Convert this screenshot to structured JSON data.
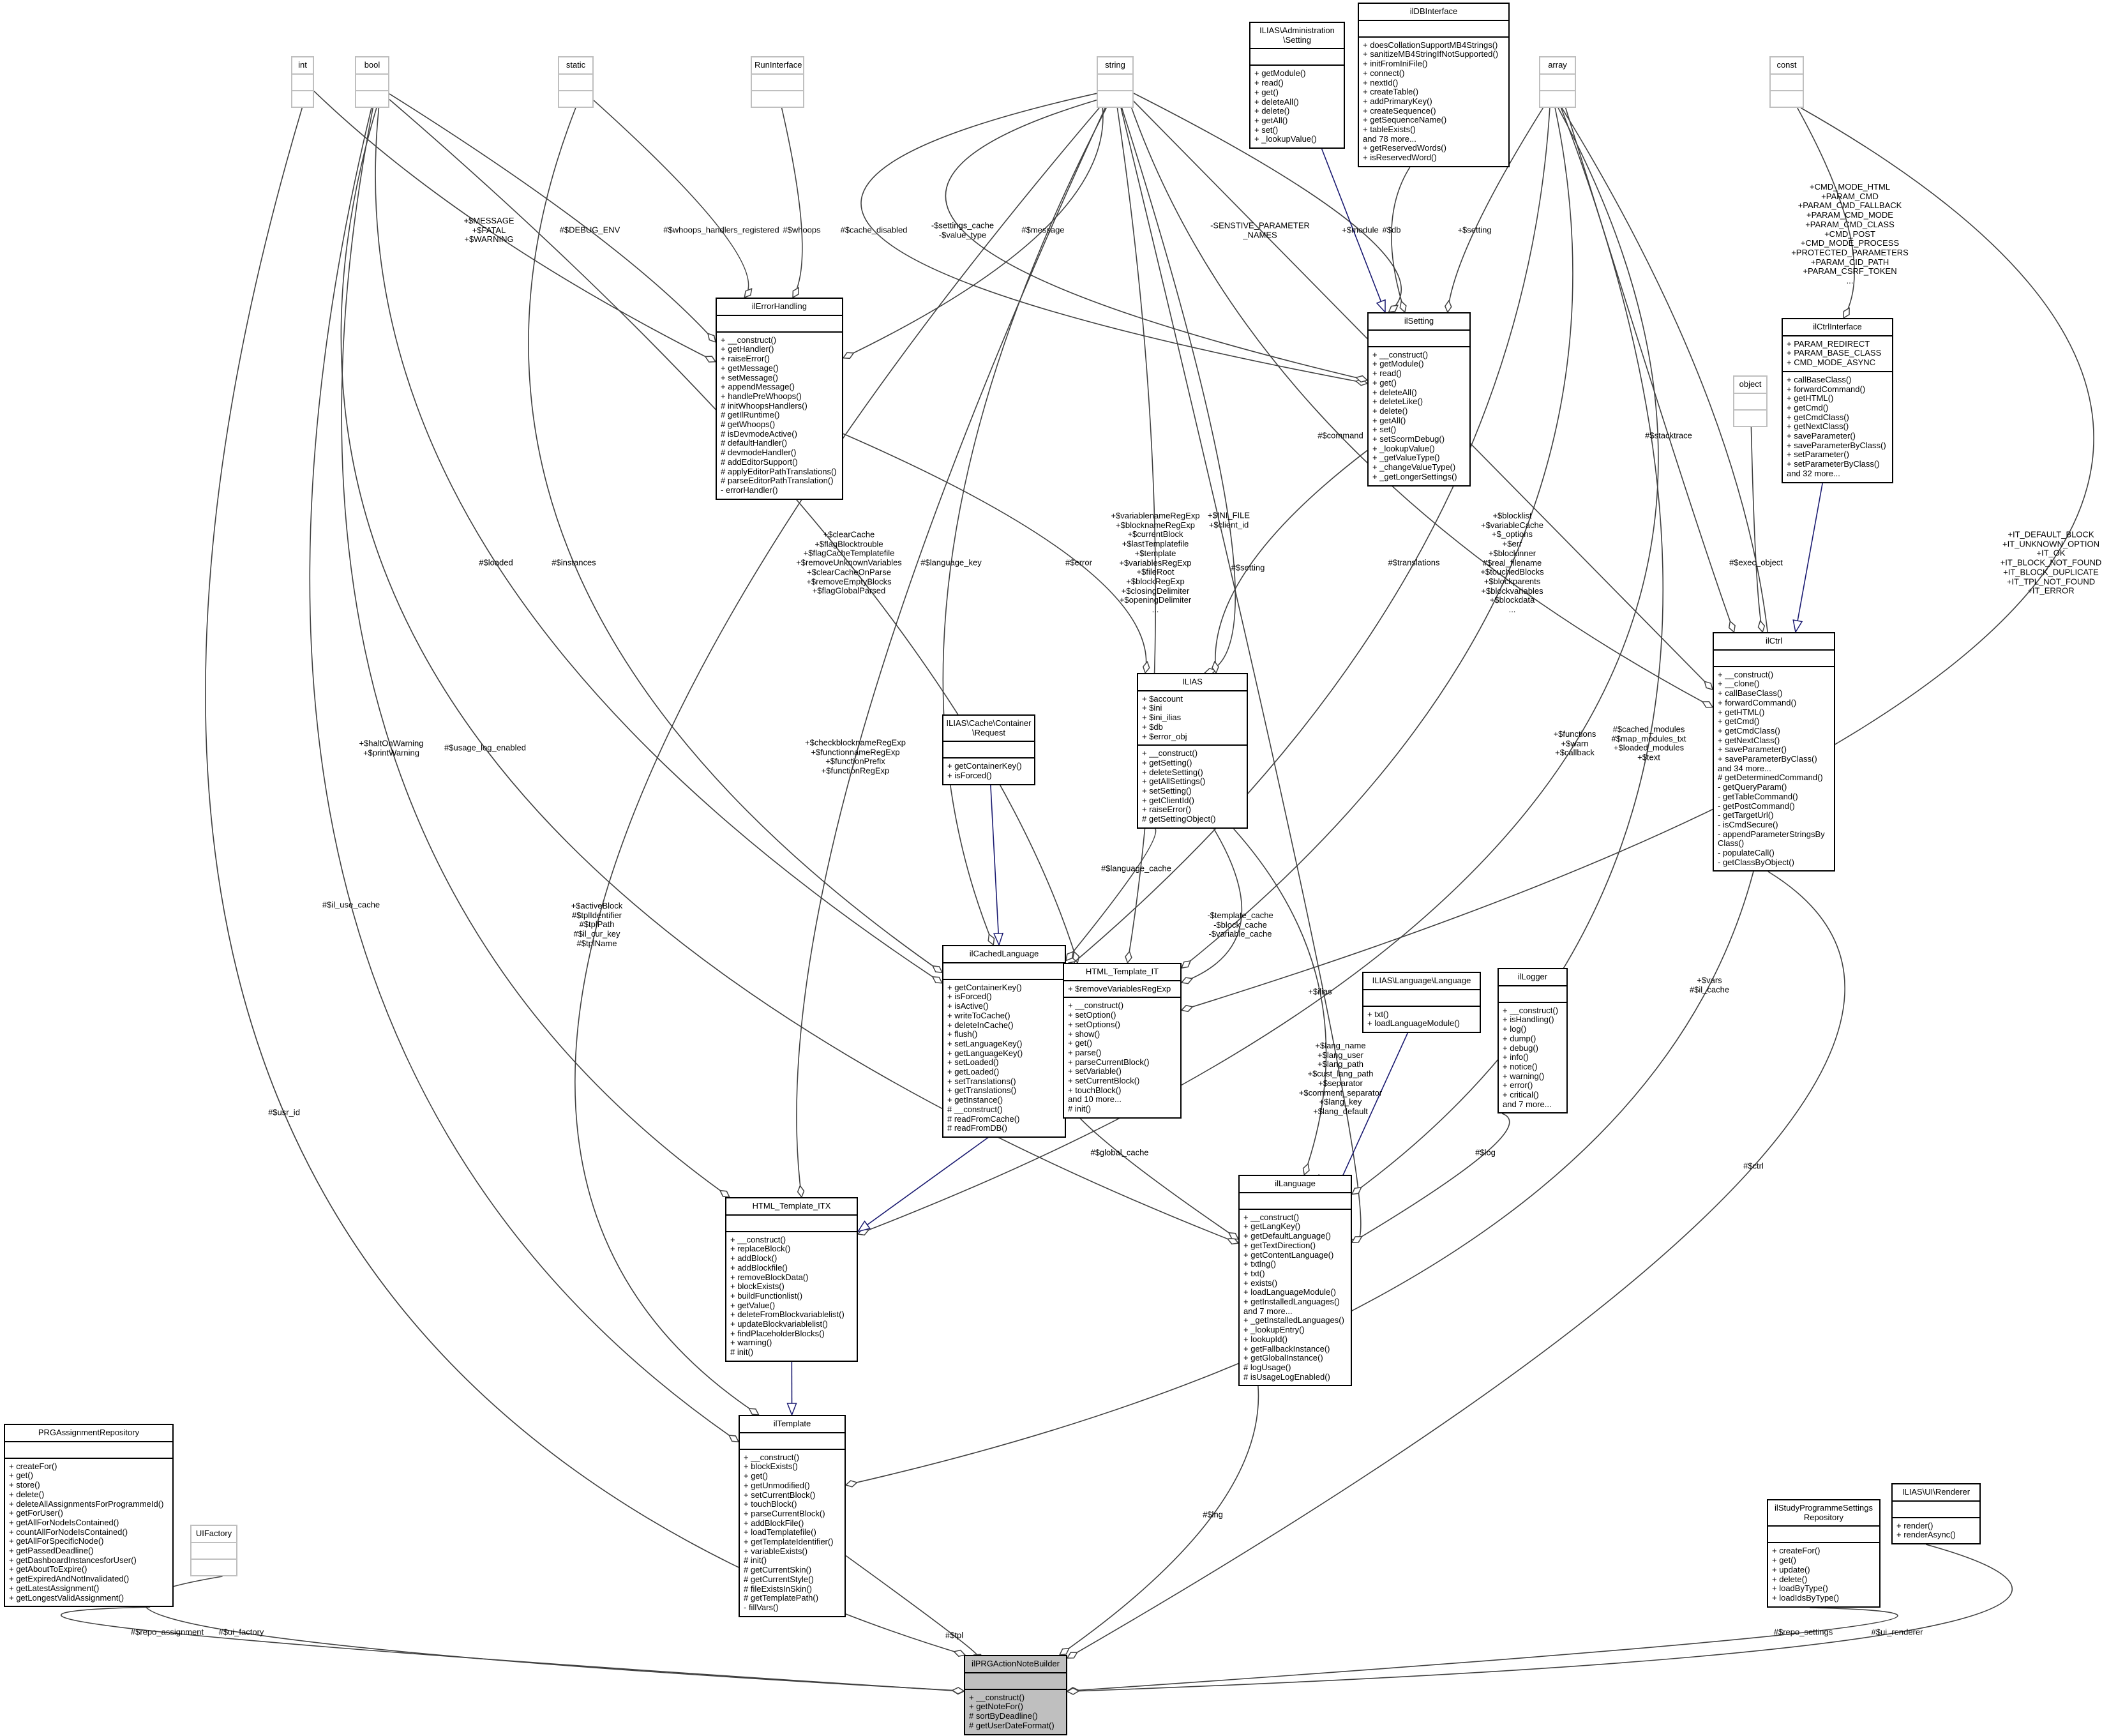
{
  "colors": {
    "usage_edge": "#404040",
    "inherit_edge": "#191970",
    "focus_fill": "#bfbfbf",
    "undocumented_border": "#bfbfbf"
  },
  "nodes": [
    {
      "id": "int",
      "name": "int",
      "style": "gray",
      "attributes": [],
      "methods": []
    },
    {
      "id": "bool",
      "name": "bool",
      "style": "gray",
      "attributes": [],
      "methods": []
    },
    {
      "id": "static",
      "name": "static",
      "style": "gray",
      "attributes": [],
      "methods": []
    },
    {
      "id": "RunInterface",
      "name": "RunInterface",
      "style": "gray",
      "attributes": [],
      "methods": []
    },
    {
      "id": "string",
      "name": "string",
      "style": "gray",
      "attributes": [],
      "methods": []
    },
    {
      "id": "AdminSetting",
      "name": "ILIAS\\Administration\n\\Setting",
      "style": "normal",
      "attributes": [],
      "methods": [
        "+ getModule()",
        "+ read()",
        "+ get()",
        "+ deleteAll()",
        "+ delete()",
        "+ getAll()",
        "+ set()",
        "+ _lookupValue()"
      ]
    },
    {
      "id": "ilDBInterface",
      "name": "ilDBInterface",
      "style": "normal",
      "attributes": [],
      "methods": [
        "+ doesCollationSupportMB4Strings()",
        "+ sanitizeMB4StringIfNotSupported()",
        "+ initFromIniFile()",
        "+ connect()",
        "+ nextId()",
        "+ createTable()",
        "+ addPrimaryKey()",
        "+ createSequence()",
        "+ getSequenceName()",
        "+ tableExists()",
        "and 78 more...",
        "+ getReservedWords()",
        "+ isReservedWord()"
      ]
    },
    {
      "id": "array",
      "name": "array",
      "style": "gray",
      "attributes": [],
      "methods": []
    },
    {
      "id": "const",
      "name": "const",
      "style": "gray",
      "attributes": [],
      "methods": []
    },
    {
      "id": "ilErrorHandling",
      "name": "ilErrorHandling",
      "style": "normal",
      "attributes": [],
      "methods": [
        "+ __construct()",
        "+ getHandler()",
        "+ raiseError()",
        "+ getMessage()",
        "+ setMessage()",
        "+ appendMessage()",
        "+ handlePreWhoops()",
        "# initWhoopsHandlers()",
        "# getIlRuntime()",
        "# getWhoops()",
        "# isDevmodeActive()",
        "# defaultHandler()",
        "# devmodeHandler()",
        "# addEditorSupport()",
        "# applyEditorPathTranslations()",
        "# parseEditorPathTranslation()",
        "- errorHandler()"
      ]
    },
    {
      "id": "ilSetting",
      "name": "ilSetting",
      "style": "normal",
      "attributes": [],
      "methods": [
        "+ __construct()",
        "+ getModule()",
        "+ read()",
        "+ get()",
        "+ deleteAll()",
        "+ deleteLike()",
        "+ delete()",
        "+ getAll()",
        "+ set()",
        "+ setScormDebug()",
        "+ _lookupValue()",
        "+ _getValueType()",
        "+ _changeValueType()",
        "+ _getLongerSettings()"
      ]
    },
    {
      "id": "ilCtrlInterface",
      "name": "ilCtrlInterface",
      "style": "normal",
      "attributes": [
        "+ PARAM_REDIRECT",
        "+ PARAM_BASE_CLASS",
        "+ CMD_MODE_ASYNC"
      ],
      "methods": [
        "+ callBaseClass()",
        "+ forwardCommand()",
        "+ getHTML()",
        "+ getCmd()",
        "+ getCmdClass()",
        "+ getNextClass()",
        "+ saveParameter()",
        "+ saveParameterByClass()",
        "+ setParameter()",
        "+ setParameterByClass()",
        "and 32 more..."
      ]
    },
    {
      "id": "object",
      "name": "object",
      "style": "gray",
      "attributes": [],
      "methods": []
    },
    {
      "id": "ilCtrl",
      "name": "ilCtrl",
      "style": "normal",
      "attributes": [],
      "methods": [
        "+ __construct()",
        "+ __clone()",
        "+ callBaseClass()",
        "+ forwardCommand()",
        "+ getHTML()",
        "+ getCmd()",
        "+ getCmdClass()",
        "+ getNextClass()",
        "+ saveParameter()",
        "+ saveParameterByClass()",
        "and 34 more...",
        "# getDeterminedCommand()",
        "- getQueryParam()",
        "- getTableCommand()",
        "- getPostCommand()",
        "- getTargetUrl()",
        "- isCmdSecure()",
        "- appendParameterStringsBy",
        "Class()",
        "- populateCall()",
        "- getClassByObject()"
      ]
    },
    {
      "id": "ILIAS",
      "name": "ILIAS",
      "style": "normal",
      "attributes": [
        "+ $account",
        "+ $ini",
        "+ $ini_ilias",
        "+ $db",
        "+ $error_obj"
      ],
      "methods": [
        "+ __construct()",
        "+ getSetting()",
        "+ deleteSetting()",
        "+ getAllSettings()",
        "+ setSetting()",
        "+ getClientId()",
        "+ raiseError()",
        "# getSettingObject()"
      ]
    },
    {
      "id": "Request",
      "name": "ILIAS\\Cache\\Container\n\\Request",
      "style": "normal",
      "attributes": [],
      "methods": [
        "+ getContainerKey()",
        "+ isForced()"
      ]
    },
    {
      "id": "ilCachedLanguage",
      "name": "ilCachedLanguage",
      "style": "normal",
      "attributes": [],
      "methods": [
        "+ getContainerKey()",
        "+ isForced()",
        "+ isActive()",
        "+ writeToCache()",
        "+ deleteInCache()",
        "+ flush()",
        "+ setLanguageKey()",
        "+ getLanguageKey()",
        "+ setLoaded()",
        "+ getLoaded()",
        "+ setTranslations()",
        "+ getTranslations()",
        "+ getInstance()",
        "# __construct()",
        "# readFromCache()",
        "# readFromDB()"
      ]
    },
    {
      "id": "HTML_Template_IT",
      "name": "HTML_Template_IT",
      "style": "normal",
      "attributes": [
        "+ $removeVariablesRegExp"
      ],
      "methods": [
        "+ __construct()",
        "+ setOption()",
        "+ setOptions()",
        "+ show()",
        "+ get()",
        "+ parse()",
        "+ parseCurrentBlock()",
        "+ setVariable()",
        "+ setCurrentBlock()",
        "+ touchBlock()",
        "and 10 more...",
        "# init()"
      ]
    },
    {
      "id": "ilLogger",
      "name": "ilLogger",
      "style": "normal",
      "attributes": [],
      "methods": [
        "+ __construct()",
        "+ isHandling()",
        "+ log()",
        "+ dump()",
        "+ debug()",
        "+ info()",
        "+ notice()",
        "+ warning()",
        "+ error()",
        "+ critical()",
        "and 7 more..."
      ]
    },
    {
      "id": "LangLanguage",
      "name": "ILIAS\\Language\\Language",
      "style": "normal",
      "attributes": [],
      "methods": [
        "+ txt()",
        "+ loadLanguageModule()"
      ]
    },
    {
      "id": "HTML_Template_ITX",
      "name": "HTML_Template_ITX",
      "style": "normal",
      "attributes": [],
      "methods": [
        "+ __construct()",
        "+ replaceBlock()",
        "+ addBlock()",
        "+ addBlockfile()",
        "+ removeBlockData()",
        "+ blockExists()",
        "+ buildFunctionlist()",
        "+ getValue()",
        "+ deleteFromBlockvariablelist()",
        "+ updateBlockvariablelist()",
        "+ findPlaceholderBlocks()",
        "+ warning()",
        "# init()"
      ]
    },
    {
      "id": "ilLanguage",
      "name": "ilLanguage",
      "style": "normal",
      "attributes": [],
      "methods": [
        "+ __construct()",
        "+ getLangKey()",
        "+ getDefaultLanguage()",
        "+ getTextDirection()",
        "+ getContentLanguage()",
        "+ txtlng()",
        "+ txt()",
        "+ exists()",
        "+ loadLanguageModule()",
        "+ getInstalledLanguages()",
        "and 7 more...",
        "+ _getInstalledLanguages()",
        "+ _lookupEntry()",
        "+ lookupId()",
        "+ getFallbackInstance()",
        "+ getGlobalInstance()",
        "# logUsage()",
        "# isUsageLogEnabled()"
      ]
    },
    {
      "id": "ilTemplate",
      "name": "ilTemplate",
      "style": "normal",
      "attributes": [],
      "methods": [
        "+ __construct()",
        "+ blockExists()",
        "+ get()",
        "+ getUnmodified()",
        "+ setCurrentBlock()",
        "+ touchBlock()",
        "+ parseCurrentBlock()",
        "+ addBlockFile()",
        "+ loadTemplatefile()",
        "+ getTemplateIdentifier()",
        "+ variableExists()",
        "# init()",
        "# getCurrentSkin()",
        "# getCurrentStyle()",
        "# fileExistsInSkin()",
        "# getTemplatePath()",
        "- fillVars()"
      ]
    },
    {
      "id": "PRGAssignmentRepository",
      "name": "PRGAssignmentRepository",
      "style": "normal",
      "attributes": [],
      "methods": [
        "+ createFor()",
        "+ get()",
        "+ store()",
        "+ delete()",
        "+ deleteAllAssignmentsForProgrammeId()",
        "+ getForUser()",
        "+ getAllForNodeIsContained()",
        "+ countAllForNodeIsContained()",
        "+ getAllForSpecificNode()",
        "+ getPassedDeadline()",
        "+ getDashboardInstancesforUser()",
        "+ getAboutToExpire()",
        "+ getExpiredAndNotInvalidated()",
        "+ getLatestAssignment()",
        "+ getLongestValidAssignment()"
      ]
    },
    {
      "id": "UIFactory",
      "name": "UIFactory",
      "style": "gray",
      "attributes": [],
      "methods": []
    },
    {
      "id": "ilStudyProgrammeSettingsRepository",
      "name": "ilStudyProgrammeSettings\nRepository",
      "style": "normal",
      "attributes": [],
      "methods": [
        "+ createFor()",
        "+ get()",
        "+ update()",
        "+ delete()",
        "+ loadByType()",
        "+ loadIdsByType()"
      ]
    },
    {
      "id": "UIRenderer",
      "name": "ILIAS\\UI\\Renderer",
      "style": "normal",
      "attributes": [],
      "methods": [
        "+ render()",
        "+ renderAsync()"
      ]
    },
    {
      "id": "ilPRGActionNoteBuilder",
      "name": "ilPRGActionNoteBuilder",
      "style": "focus",
      "attributes": [],
      "methods": [
        "+ __construct()",
        "+ getNoteFor()",
        "# sortByDeadline()",
        "# getUserDateFormat()"
      ]
    }
  ],
  "edges": [
    {
      "from": "int",
      "to": "ilErrorHandling",
      "kind": "usage",
      "label": "+$MESSAGE\n+$FATAL\n+$WARNING"
    },
    {
      "from": "int",
      "to": "ilPRGActionNoteBuilder",
      "kind": "usage",
      "label": "#$usr_id"
    },
    {
      "from": "bool",
      "to": "ilErrorHandling",
      "kind": "usage",
      "label": "#$DEBUG_ENV"
    },
    {
      "from": "bool",
      "to": "ilCachedLanguage",
      "kind": "usage",
      "label": "#$loaded"
    },
    {
      "from": "bool",
      "to": "HTML_Template_IT",
      "kind": "usage",
      "label": "+$clearCache\n+$flagBlocktrouble\n+$flagCacheTemplatefile\n+$removeUnknownVariables\n+$clearCacheOnParse\n+$removeEmptyBlocks\n+$flagGlobalParsed"
    },
    {
      "from": "bool",
      "to": "ilLanguage",
      "kind": "usage",
      "label": "#$usage_log_enabled"
    },
    {
      "from": "bool",
      "to": "ilTemplate",
      "kind": "usage",
      "label": "#$il_use_cache"
    },
    {
      "from": "bool",
      "to": "HTML_Template_ITX",
      "kind": "usage",
      "label": "+$haltOnWarning\n+$printWarning"
    },
    {
      "from": "static",
      "to": "ilErrorHandling",
      "kind": "usage",
      "label": "#$whoops_handlers_registered"
    },
    {
      "from": "static",
      "to": "ilCachedLanguage",
      "kind": "usage",
      "label": "#$instances"
    },
    {
      "from": "RunInterface",
      "to": "ilErrorHandling",
      "kind": "usage",
      "label": "#$whoops"
    },
    {
      "from": "string",
      "to": "ilErrorHandling",
      "kind": "usage",
      "label": "#$message"
    },
    {
      "from": "string",
      "to": "ilSetting",
      "kind": "usage",
      "label": "#$cache_disabled"
    },
    {
      "from": "string",
      "to": "ilSetting",
      "kind": "usage",
      "label": "-$settings_cache\n-$value_type"
    },
    {
      "from": "string",
      "to": "ilSetting",
      "kind": "usage",
      "label": "+$module"
    },
    {
      "from": "string",
      "to": "ILIAS",
      "kind": "usage",
      "label": "+$INI_FILE\n+$client_id"
    },
    {
      "from": "string",
      "to": "HTML_Template_IT",
      "kind": "usage",
      "label": "+$variablenameRegExp\n+$blocknameRegExp\n+$currentBlock\n+$lastTemplatefile\n+$template\n+$variablesRegExp\n+$fileRoot\n+$blockRegExp\n+$closingDelimiter\n+$openingDelimiter\n..."
    },
    {
      "from": "string",
      "to": "HTML_Template_ITX",
      "kind": "usage",
      "label": "+$checkblocknameRegExp\n+$functionnameRegExp\n+$functionPrefix\n+$functionRegExp"
    },
    {
      "from": "string",
      "to": "ilCachedLanguage",
      "kind": "usage",
      "label": "#$language_key"
    },
    {
      "from": "string",
      "to": "ilLanguage",
      "kind": "usage",
      "label": "+$lang_name\n+$lang_user\n+$lang_path\n+$cust_lang_path\n+$separator\n+$comment_separator\n+$lang_key\n+$lang_default"
    },
    {
      "from": "string",
      "to": "ilCtrl",
      "kind": "usage",
      "label": "#$command"
    },
    {
      "from": "string",
      "to": "ilTemplate",
      "kind": "usage",
      "label": "+$activeBlock\n#$tplIdentifier\n#$tplPath\n#$il_cur_key\n#$tplName"
    },
    {
      "from": "string",
      "to": "ilCtrl",
      "kind": "usage",
      "label": "-SENSTIVE_PARAMETER\n_NAMES"
    },
    {
      "from": "AdminSetting",
      "to": "ilSetting",
      "kind": "inherit",
      "label": ""
    },
    {
      "from": "ilDBInterface",
      "to": "ilSetting",
      "kind": "usage",
      "label": "#$db"
    },
    {
      "from": "array",
      "to": "ilSetting",
      "kind": "usage",
      "label": "+$setting"
    },
    {
      "from": "array",
      "to": "ilCtrl",
      "kind": "usage",
      "label": "#$stacktrace"
    },
    {
      "from": "array",
      "to": "HTML_Template_IT",
      "kind": "usage",
      "label": "+$blocklist\n+$variableCache\n+$_options\n+$err\n+$blockinner\n#$real_filename\n+$touchedBlocks\n+$blockparents\n+$blockvariables\n+$blockdata\n..."
    },
    {
      "from": "array",
      "to": "ilCachedLanguage",
      "kind": "usage",
      "label": "#$translations"
    },
    {
      "from": "array",
      "to": "HTML_Template_ITX",
      "kind": "usage",
      "label": "+$functions\n+$warn\n+$callback"
    },
    {
      "from": "array",
      "to": "ilLanguage",
      "kind": "usage",
      "label": "#$cached_modules\n#$map_modules_txt\n+$loaded_modules\n+$text"
    },
    {
      "from": "array",
      "to": "ilTemplate",
      "kind": "usage",
      "label": "+$vars\n#$il_cache"
    },
    {
      "from": "const",
      "to": "ilCtrlInterface",
      "kind": "usage",
      "label": "+CMD_MODE_HTML\n+PARAM_CMD\n+PARAM_CMD_FALLBACK\n+PARAM_CMD_MODE\n+PARAM_CMD_CLASS\n+CMD_POST\n+CMD_MODE_PROCESS\n+PROTECTED_PARAMETERS\n+PARAM_CID_PATH\n+PARAM_CSRF_TOKEN\n..."
    },
    {
      "from": "const",
      "to": "HTML_Template_IT",
      "kind": "usage",
      "label": "+IT_DEFAULT_BLOCK\n+IT_UNKNOWN_OPTION\n+IT_OK\n+IT_BLOCK_NOT_FOUND\n+IT_BLOCK_DUPLICATE\n+IT_TPL_NOT_FOUND\n+IT_ERROR"
    },
    {
      "from": "object",
      "to": "ilCtrl",
      "kind": "usage",
      "label": "#$exec_object"
    },
    {
      "from": "ilCtrlInterface",
      "to": "ilCtrl",
      "kind": "inherit",
      "label": ""
    },
    {
      "from": "ilErrorHandling",
      "to": "ILIAS",
      "kind": "usage",
      "label": "#$error"
    },
    {
      "from": "ilSetting",
      "to": "ILIAS",
      "kind": "usage",
      "label": "#$setting"
    },
    {
      "from": "ILIAS",
      "to": "ilLanguage",
      "kind": "usage",
      "label": "+$ilias"
    },
    {
      "from": "ILIAS",
      "to": "ilCachedLanguage",
      "kind": "usage",
      "label": "#$language_cache"
    },
    {
      "from": "ILIAS",
      "to": "HTML_Template_IT",
      "kind": "usage",
      "label": "-$template_cache\n-$block_cache\n-$variable_cache"
    },
    {
      "from": "Request",
      "to": "ilCachedLanguage",
      "kind": "inherit",
      "label": ""
    },
    {
      "from": "HTML_Template_IT",
      "to": "HTML_Template_ITX",
      "kind": "inherit",
      "label": ""
    },
    {
      "from": "LangLanguage",
      "to": "ilLanguage",
      "kind": "inherit",
      "label": ""
    },
    {
      "from": "ilLogger",
      "to": "ilLanguage",
      "kind": "usage",
      "label": "#$log"
    },
    {
      "from": "HTML_Template_ITX",
      "to": "ilTemplate",
      "kind": "inherit",
      "label": ""
    },
    {
      "from": "ilCachedLanguage",
      "to": "ilLanguage",
      "kind": "usage",
      "label": "#$global_cache"
    },
    {
      "from": "ilLanguage",
      "to": "ilPRGActionNoteBuilder",
      "kind": "usage",
      "label": "#$lng"
    },
    {
      "from": "ilTemplate",
      "to": "ilPRGActionNoteBuilder",
      "kind": "usage",
      "label": "#$tpl"
    },
    {
      "from": "PRGAssignmentRepository",
      "to": "ilPRGActionNoteBuilder",
      "kind": "usage",
      "label": "#$repo_assignment"
    },
    {
      "from": "UIFactory",
      "to": "ilPRGActionNoteBuilder",
      "kind": "usage",
      "label": "#$ui_factory"
    },
    {
      "from": "ilStudyProgrammeSettingsRepository",
      "to": "ilPRGActionNoteBuilder",
      "kind": "usage",
      "label": "#$repo_settings"
    },
    {
      "from": "UIRenderer",
      "to": "ilPRGActionNoteBuilder",
      "kind": "usage",
      "label": "#$ui_renderer"
    },
    {
      "from": "ilCtrl",
      "to": "ilPRGActionNoteBuilder",
      "kind": "usage",
      "label": "#$ctrl"
    }
  ]
}
